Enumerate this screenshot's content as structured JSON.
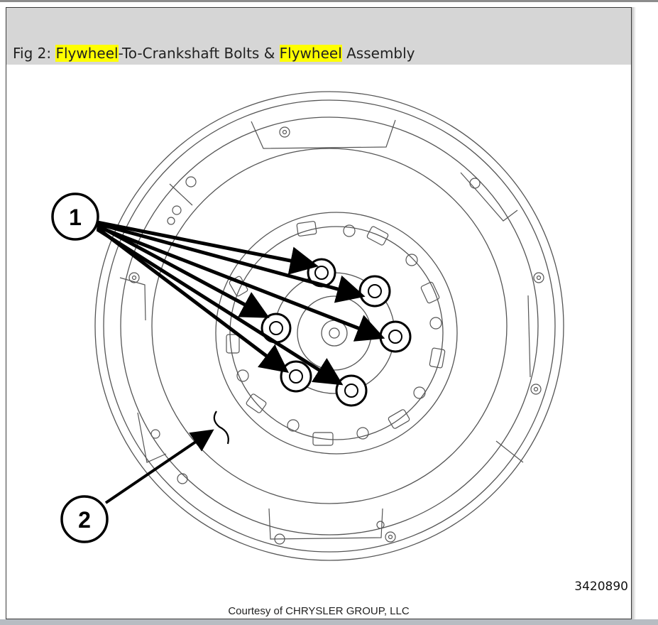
{
  "caption": {
    "prefix": "Fig 2: ",
    "term1": "Flywheel",
    "middle": "-To-Crankshaft Bolts & ",
    "term2": "Flywheel",
    "suffix": " Assembly"
  },
  "callouts": {
    "bolts": "1",
    "flywheel": "2"
  },
  "figure_id": "3420890",
  "credit": "Courtesy of CHRYSLER GROUP, LLC",
  "colors": {
    "highlight": "#ffff00",
    "caption_bar": "#d6d6d6",
    "line": "#555555",
    "ink": "#000000"
  }
}
